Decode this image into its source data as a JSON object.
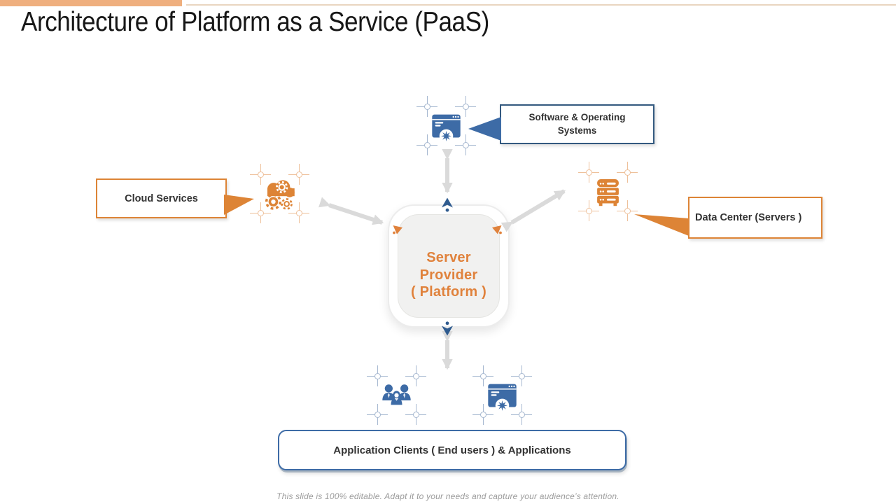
{
  "slide": {
    "title": "Architecture of Platform as a Service (PaaS)",
    "footer": "This slide is 100% editable. Adapt it to your needs and capture your audience’s attention."
  },
  "diagram": {
    "center": {
      "line1": "Server Provider",
      "line2": "( Platform )"
    },
    "callouts": {
      "software": "Software & Operating Systems",
      "cloud": "Cloud Services",
      "datacenter": "Data Center (Servers )",
      "applications": "Application Clients ( End users ) & Applications"
    },
    "icons": {
      "top": "browser-settings-icon",
      "left": "cloud-gears-icon",
      "right": "server-stack-icon",
      "bottom_left": "users-group-icon",
      "bottom_right": "browser-settings-icon"
    }
  },
  "colors": {
    "orange": "#DD8436",
    "blue": "#3D6BA6",
    "blue_box_border": "#33597F",
    "center_text_orange": "#E0823C",
    "connector_gray": "#DADADA",
    "topbar_orange": "#EFAF7E"
  }
}
